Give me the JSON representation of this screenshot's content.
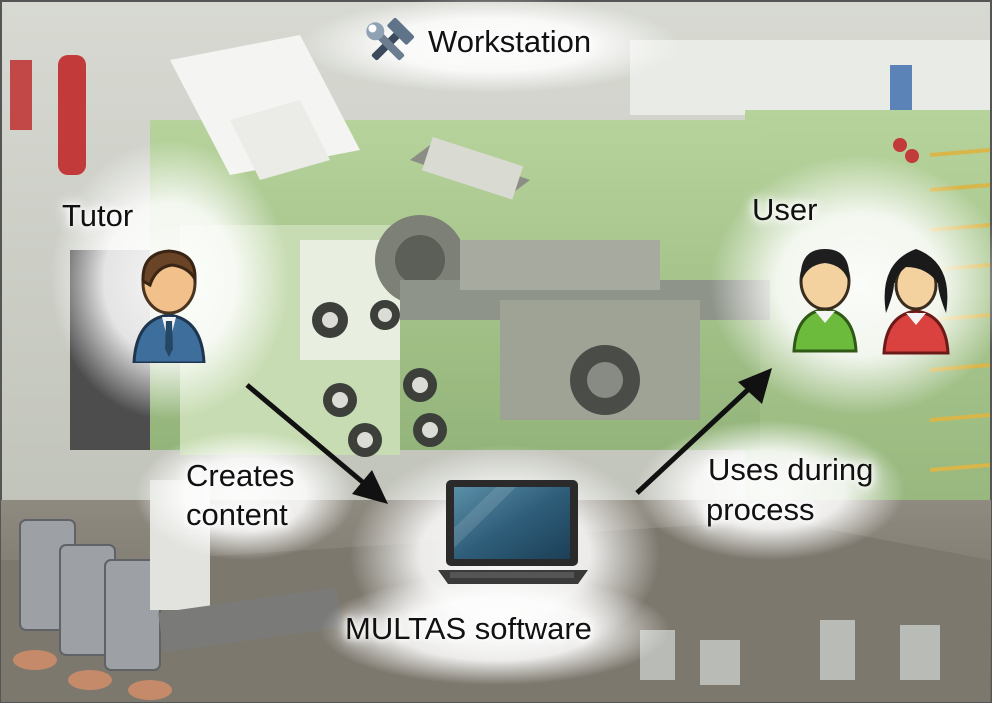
{
  "workstation": {
    "label": "Workstation",
    "icon": "tools-icon"
  },
  "tutor": {
    "label": "Tutor",
    "icon": "tutor-avatar-icon"
  },
  "user": {
    "label": "User",
    "icons": [
      "male-user-icon",
      "female-user-icon"
    ]
  },
  "creates_content": {
    "line1": "Creates",
    "line2": "content"
  },
  "uses_during": {
    "line1": "Uses during",
    "line2": "process"
  },
  "software": {
    "label": "MULTAS software",
    "icon": "laptop-icon"
  },
  "colors": {
    "machine_green": "#a9c98e",
    "tutor_suit": "#3e6f9c",
    "user_green": "#6dbb3c",
    "user_red": "#d9423f",
    "arrow": "#111111"
  }
}
